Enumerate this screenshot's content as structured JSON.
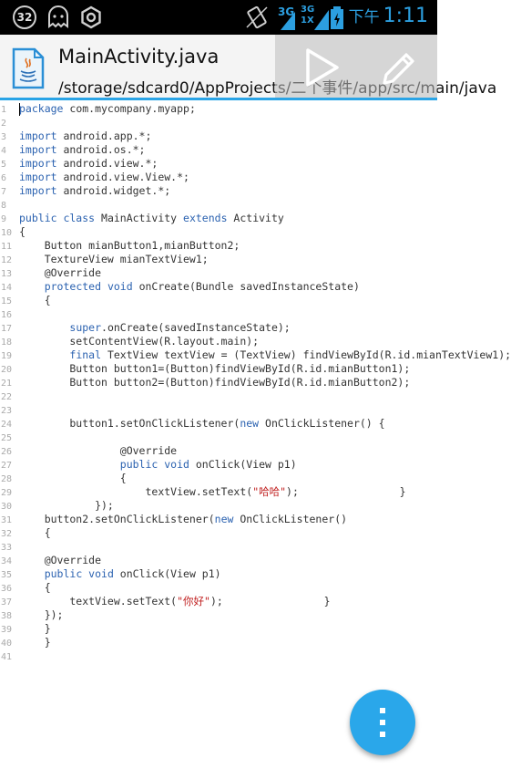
{
  "status_bar": {
    "notification_count": "32",
    "network_a": "3G",
    "network_b": "3G",
    "network_b_sub": "1X",
    "ampm": "下午",
    "time": "1:11",
    "icons": [
      "ghost-icon",
      "settings-icon",
      "vibrate-icon",
      "signal-icon",
      "battery-icon"
    ]
  },
  "title_bar": {
    "file_name": "MainActivity.java",
    "file_path": "/storage/sdcard0/AppProjects/二个事件/app/src/main/java",
    "file_icon": "java-file-icon",
    "actions": [
      "play-icon",
      "pencil-icon"
    ]
  },
  "colors": {
    "accent": "#2aa4e6",
    "keyword": "#2b62b0",
    "string": "#c02020",
    "fab": "#2aa7ea"
  },
  "editor": {
    "lines": [
      {
        "n": "1",
        "segs": [
          {
            "t": "package",
            "k": "kw"
          },
          {
            "t": " com.mycompany.myapp;"
          }
        ]
      },
      {
        "n": "2",
        "segs": []
      },
      {
        "n": "3",
        "segs": [
          {
            "t": "import",
            "k": "kw"
          },
          {
            "t": " android.app.*;"
          }
        ]
      },
      {
        "n": "4",
        "segs": [
          {
            "t": "import",
            "k": "kw"
          },
          {
            "t": " android.os.*;"
          }
        ]
      },
      {
        "n": "5",
        "segs": [
          {
            "t": "import",
            "k": "kw"
          },
          {
            "t": " android.view.*;"
          }
        ]
      },
      {
        "n": "6",
        "segs": [
          {
            "t": "import",
            "k": "kw"
          },
          {
            "t": " android.view.View.*;"
          }
        ]
      },
      {
        "n": "7",
        "segs": [
          {
            "t": "import",
            "k": "kw"
          },
          {
            "t": " android.widget.*;"
          }
        ]
      },
      {
        "n": "8",
        "segs": []
      },
      {
        "n": "9",
        "segs": [
          {
            "t": "public class",
            "k": "kw"
          },
          {
            "t": " MainActivity "
          },
          {
            "t": "extends",
            "k": "kw"
          },
          {
            "t": " Activity"
          }
        ]
      },
      {
        "n": "10",
        "segs": [
          {
            "t": "{"
          }
        ]
      },
      {
        "n": "11",
        "segs": [
          {
            "t": "    Button mianButton1,mianButton2;"
          }
        ]
      },
      {
        "n": "12",
        "segs": [
          {
            "t": "    TextureView mianTextView1;"
          }
        ]
      },
      {
        "n": "13",
        "segs": [
          {
            "t": "    @Override"
          }
        ]
      },
      {
        "n": "14",
        "segs": [
          {
            "t": "    "
          },
          {
            "t": "protected void",
            "k": "kw"
          },
          {
            "t": " onCreate(Bundle savedInstanceState)"
          }
        ]
      },
      {
        "n": "15",
        "segs": [
          {
            "t": "    {"
          }
        ]
      },
      {
        "n": "16",
        "segs": []
      },
      {
        "n": "17",
        "segs": [
          {
            "t": "        "
          },
          {
            "t": "super",
            "k": "kw"
          },
          {
            "t": ".onCreate(savedInstanceState);"
          }
        ]
      },
      {
        "n": "18",
        "segs": [
          {
            "t": "        setContentView(R.layout.main);"
          }
        ]
      },
      {
        "n": "19",
        "segs": [
          {
            "t": "        "
          },
          {
            "t": "final",
            "k": "kw"
          },
          {
            "t": " TextView textView = (TextView) findViewById(R.id.mianTextView1);"
          }
        ]
      },
      {
        "n": "20",
        "segs": [
          {
            "t": "        Button button1=(Button)findViewById(R.id.mianButton1);"
          }
        ]
      },
      {
        "n": "21",
        "segs": [
          {
            "t": "        Button button2=(Button)findViewById(R.id.mianButton2);"
          }
        ]
      },
      {
        "n": "22",
        "segs": []
      },
      {
        "n": "23",
        "segs": []
      },
      {
        "n": "24",
        "segs": [
          {
            "t": "        button1.setOnClickListener("
          },
          {
            "t": "new",
            "k": "kw"
          },
          {
            "t": " OnClickListener() {"
          }
        ]
      },
      {
        "n": "25",
        "segs": []
      },
      {
        "n": "26",
        "segs": [
          {
            "t": "                @Override"
          }
        ]
      },
      {
        "n": "27",
        "segs": [
          {
            "t": "                "
          },
          {
            "t": "public void",
            "k": "kw"
          },
          {
            "t": " onClick(View p1)"
          }
        ]
      },
      {
        "n": "28",
        "segs": [
          {
            "t": "                {"
          }
        ]
      },
      {
        "n": "29",
        "segs": [
          {
            "t": "                    textView.setText("
          },
          {
            "t": "\"哈哈\"",
            "k": "str"
          },
          {
            "t": ");                }"
          }
        ]
      },
      {
        "n": "30",
        "segs": [
          {
            "t": "            });"
          }
        ]
      },
      {
        "n": "31",
        "segs": [
          {
            "t": "    button2.setOnClickListener("
          },
          {
            "t": "new",
            "k": "kw"
          },
          {
            "t": " OnClickListener()"
          }
        ]
      },
      {
        "n": "32",
        "segs": [
          {
            "t": "    {"
          }
        ]
      },
      {
        "n": "33",
        "segs": []
      },
      {
        "n": "34",
        "segs": [
          {
            "t": "    @Override"
          }
        ]
      },
      {
        "n": "35",
        "segs": [
          {
            "t": "    "
          },
          {
            "t": "public void",
            "k": "kw"
          },
          {
            "t": " onClick(View p1)"
          }
        ]
      },
      {
        "n": "36",
        "segs": [
          {
            "t": "    {"
          }
        ]
      },
      {
        "n": "37",
        "segs": [
          {
            "t": "        textView.setText("
          },
          {
            "t": "\"你好\"",
            "k": "str"
          },
          {
            "t": ");                }"
          }
        ]
      },
      {
        "n": "38",
        "segs": [
          {
            "t": "    });"
          }
        ]
      },
      {
        "n": "39",
        "segs": [
          {
            "t": "    }"
          }
        ]
      },
      {
        "n": "40",
        "segs": [
          {
            "t": "    }"
          }
        ]
      },
      {
        "n": "41",
        "segs": []
      }
    ]
  },
  "fab": {
    "icon": "more-vertical-icon"
  }
}
